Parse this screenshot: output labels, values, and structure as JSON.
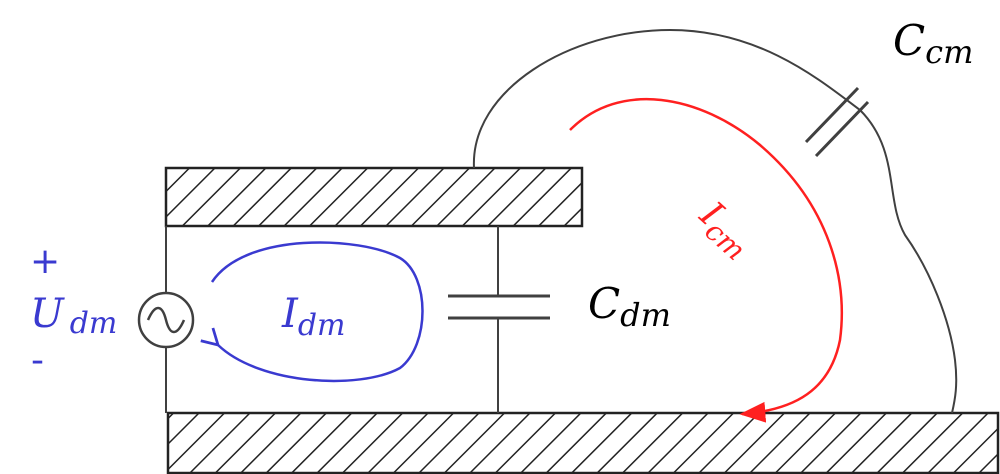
{
  "labels": {
    "c_cm": {
      "main": "C",
      "sub": "cm"
    },
    "c_dm": {
      "main": "C",
      "sub": "dm"
    },
    "i_cm": {
      "main": "I",
      "sub": "cm"
    },
    "i_dm": {
      "main": "I",
      "sub": "dm"
    },
    "u_dm": {
      "main": "U",
      "sub": "dm"
    },
    "plus": "+",
    "minus": "-"
  },
  "colors": {
    "wire": "#404040",
    "plate_stroke": "#222222",
    "hatch": "#222222",
    "common_mode": "#ff2020",
    "differential_mode": "#3a3ad0",
    "text": "#000000"
  },
  "icons": {
    "source": "ac-voltage-source-icon"
  }
}
